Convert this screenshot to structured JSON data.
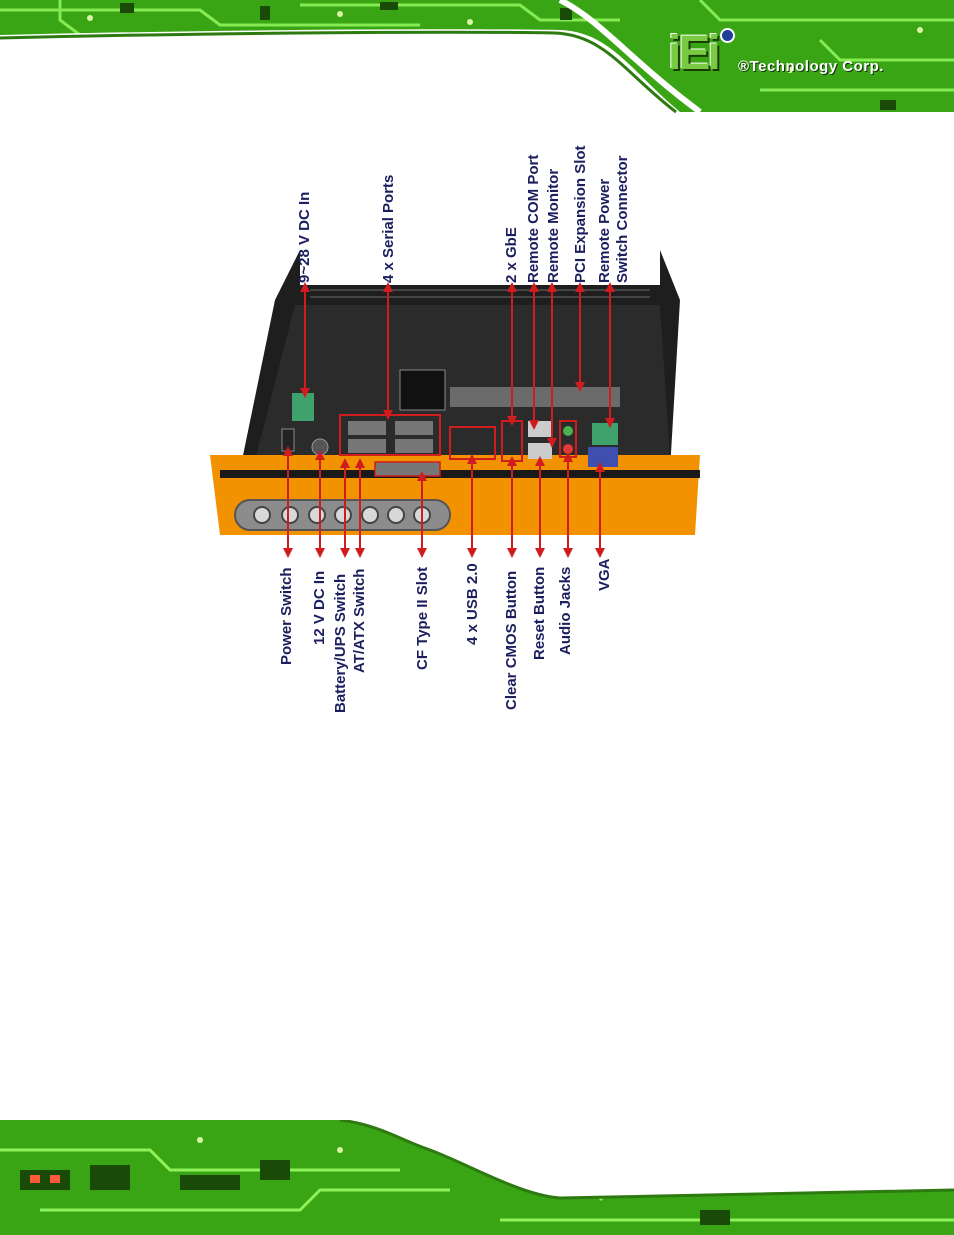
{
  "brand": {
    "logo_text": "iEi",
    "company": "®Technology Corp."
  },
  "labels_top": {
    "dc_in": "9~28 V DC In",
    "serial_ports": "4 x Serial Ports",
    "gbe": "2 x GbE",
    "remote_com": "Remote COM Port",
    "remote_monitor": "Remote Monitor",
    "pci_slot": "PCI Expansion Slot",
    "remote_power_1": "Remote Power",
    "remote_power_2": "Switch Connector"
  },
  "labels_bottom": {
    "power_switch": "Power Switch",
    "dc_12v": "12 V DC In",
    "battery_ups": "Battery/UPS Switch",
    "at_atx": "AT/ATX Switch",
    "cf_slot": "CF Type II Slot",
    "usb": "4 x USB 2.0",
    "clear_cmos": "Clear CMOS Button",
    "reset": "Reset Button",
    "audio": "Audio Jacks",
    "vga": "VGA"
  },
  "colors": {
    "label": "#1c1f5e",
    "arrow": "#d01c1c",
    "pcb_green": "#3fbf1a",
    "chassis_orange": "#f39200"
  }
}
